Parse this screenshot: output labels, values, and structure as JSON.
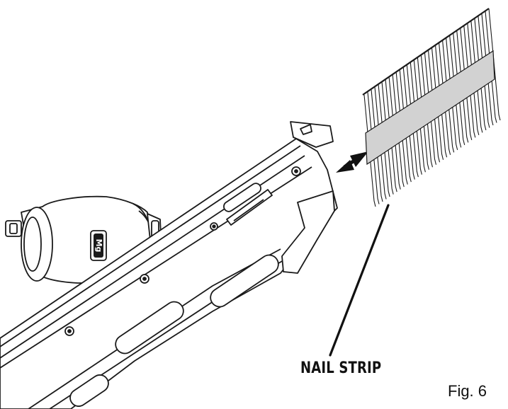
{
  "labels": {
    "nail_strip": "NAIL STRIP",
    "figure": "Fig. 6",
    "brand_mark": "Mg"
  },
  "colors": {
    "line": "#1a1a1a",
    "paper_band": "#d2d2d2",
    "body_fill": "#ffffff"
  }
}
